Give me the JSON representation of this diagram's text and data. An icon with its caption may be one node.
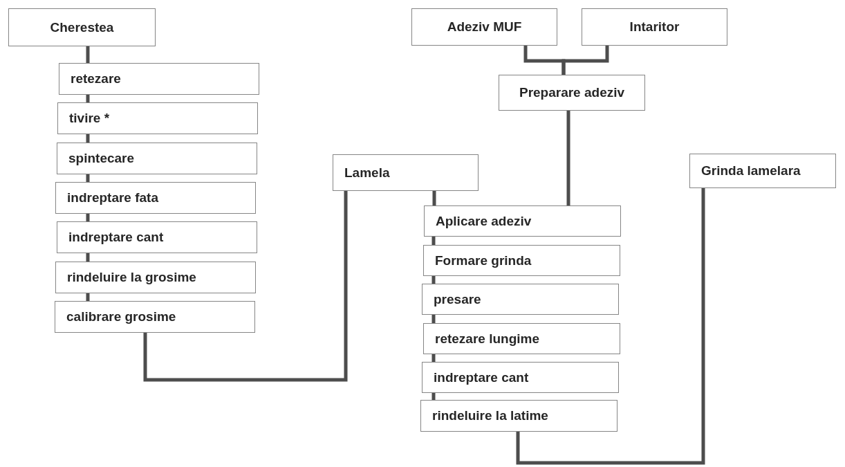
{
  "diagram": {
    "nodes": [
      {
        "text": [
          "Cherestea"
        ]
      },
      {
        "text": [
          "retezare"
        ]
      },
      {
        "text": [
          "tivire *"
        ]
      },
      {
        "text": [
          "spintecare"
        ]
      },
      {
        "text": [
          "indreptare fata"
        ]
      },
      {
        "text": [
          "indreptare cant"
        ]
      },
      {
        "text": [
          "rindeluire la grosime"
        ]
      },
      {
        "text": [
          "calibrare grosime"
        ]
      },
      {
        "text": [
          "Lamela"
        ]
      },
      {
        "text": [
          "Adeziv MUF"
        ]
      },
      {
        "text": [
          "Intaritor"
        ]
      },
      {
        "text": [
          "Preparare adeziv"
        ]
      },
      {
        "text": [
          "Grinda lamelara"
        ]
      },
      {
        "text": [
          "Aplicare adeziv"
        ]
      },
      {
        "text": [
          "Formare grinda"
        ]
      },
      {
        "text": [
          "presare"
        ]
      },
      {
        "text": [
          "retezare lungime"
        ]
      },
      {
        "text": [
          "indreptare cant"
        ]
      },
      {
        "text": [
          "rindeluire la latime"
        ]
      }
    ],
    "edges": [
      {
        "from": 0,
        "to": 1,
        "arrow": "none"
      },
      {
        "from": 1,
        "to": 2,
        "arrow": "none"
      },
      {
        "from": 2,
        "to": 3,
        "arrow": "none"
      },
      {
        "from": 3,
        "to": 4,
        "arrow": "none"
      },
      {
        "from": 4,
        "to": 5,
        "arrow": "none"
      },
      {
        "from": 5,
        "to": 6,
        "arrow": "none"
      },
      {
        "from": 6,
        "to": 7,
        "arrow": "none"
      },
      {
        "from": 7,
        "to": 8,
        "arrow": "none"
      },
      {
        "from": 8,
        "to": 13,
        "arrow": "none"
      },
      {
        "from": 9,
        "to": 11,
        "arrow": "none"
      },
      {
        "from": 10,
        "to": 11,
        "arrow": "none"
      },
      {
        "from": 11,
        "to": 13,
        "arrow": "none"
      },
      {
        "from": 13,
        "to": 14,
        "arrow": "none"
      },
      {
        "from": 14,
        "to": 15,
        "arrow": "none"
      },
      {
        "from": 15,
        "to": 16,
        "arrow": "none"
      },
      {
        "from": 16,
        "to": 17,
        "arrow": "none"
      },
      {
        "from": 17,
        "to": 18,
        "arrow": "none"
      },
      {
        "from": 18,
        "to": 12,
        "arrow": "none"
      }
    ]
  }
}
